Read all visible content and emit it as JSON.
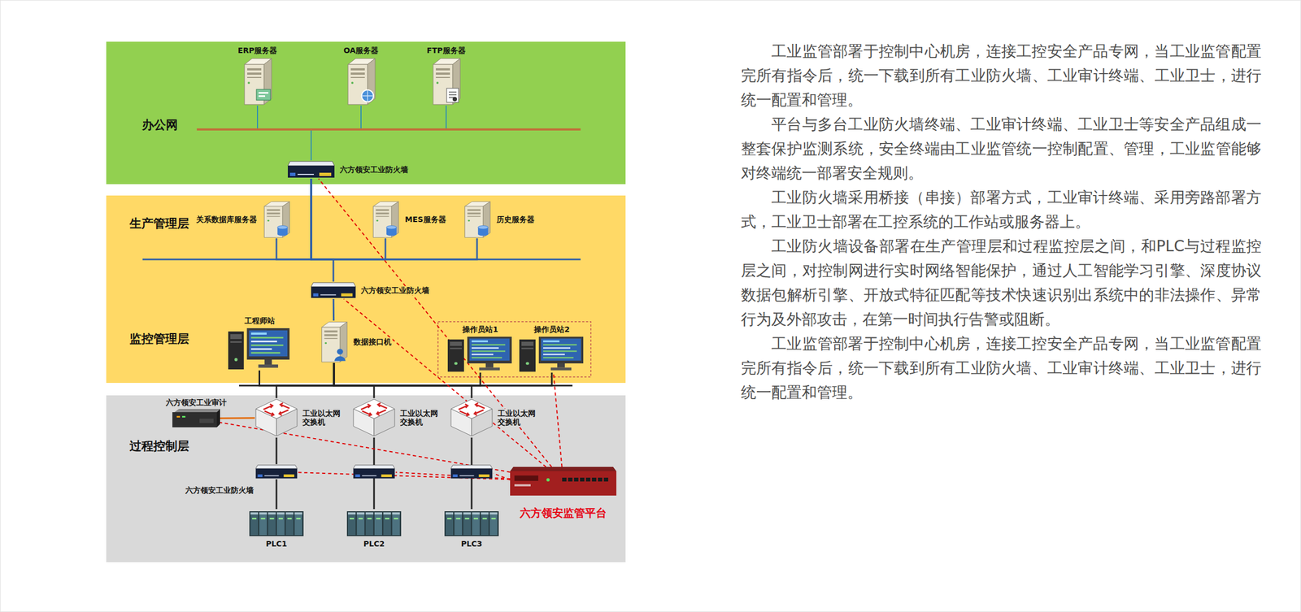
{
  "diagram": {
    "nodes": [
      {
        "text": [
          "办公网"
        ]
      },
      {
        "text": [
          "ERP服务器"
        ],
        "in": 0
      },
      {
        "text": [
          "OA服务器"
        ],
        "in": 0
      },
      {
        "text": [
          "FTP服务器"
        ],
        "in": 0
      },
      {
        "text": [
          "六方领安工业防火墙"
        ],
        "in": 0
      },
      {
        "text": [
          "生产管理层",
          "监控管理层"
        ]
      },
      {
        "text": [
          "关系数据库服务器"
        ],
        "in": 5
      },
      {
        "text": [
          "MES服务器"
        ],
        "in": 5
      },
      {
        "text": [
          "历史服务器"
        ],
        "in": 5
      },
      {
        "text": [
          "六方领安工业防火墙"
        ],
        "in": 5
      },
      {
        "text": [
          "工程师站"
        ],
        "in": 5
      },
      {
        "text": [
          "数据接口机"
        ],
        "in": 5
      },
      {
        "text": [
          "操作员站1"
        ],
        "in": 5
      },
      {
        "text": [
          "操作员站2"
        ],
        "in": 5
      },
      {
        "text": [
          "过程控制层"
        ]
      },
      {
        "text": [
          "六方领安工业审计"
        ],
        "in": 14
      },
      {
        "text": [
          "工业以太网交换机"
        ],
        "in": 14
      },
      {
        "text": [
          "工业以太网交换机"
        ],
        "in": 14
      },
      {
        "text": [
          "工业以太网交换机"
        ],
        "in": 14
      },
      {
        "text": [
          "六方领安工业防火墙"
        ],
        "in": 14
      },
      {
        "text": [
          "PLC1"
        ],
        "in": 14
      },
      {
        "text": [
          "PLC2"
        ],
        "in": 14
      },
      {
        "text": [
          "PLC3"
        ],
        "in": 14
      },
      {
        "text": [
          "六方领安监管平台"
        ],
        "in": 14
      }
    ],
    "edges": [
      {
        "from": 1,
        "to": 4,
        "arrow": "none"
      },
      {
        "from": 2,
        "to": 4,
        "arrow": "none"
      },
      {
        "from": 3,
        "to": 4,
        "arrow": "none"
      },
      {
        "from": 4,
        "to": 6,
        "arrow": "none"
      },
      {
        "from": 4,
        "to": 7,
        "arrow": "none"
      },
      {
        "from": 4,
        "to": 8,
        "arrow": "none"
      },
      {
        "from": 4,
        "to": 9,
        "arrow": "none"
      },
      {
        "from": 9,
        "to": 11,
        "arrow": "none"
      },
      {
        "from": 11,
        "to": 10,
        "arrow": "none"
      },
      {
        "from": 11,
        "to": 12,
        "arrow": "none"
      },
      {
        "from": 11,
        "to": 13,
        "arrow": "none"
      },
      {
        "from": 11,
        "to": 16,
        "arrow": "none"
      },
      {
        "from": 11,
        "to": 17,
        "arrow": "none"
      },
      {
        "from": 11,
        "to": 18,
        "arrow": "none"
      },
      {
        "from": 16,
        "to": 19,
        "arrow": "none"
      },
      {
        "from": 19,
        "to": 20,
        "arrow": "none"
      },
      {
        "from": 17,
        "to": 21,
        "arrow": "none"
      },
      {
        "from": 18,
        "to": 22,
        "arrow": "none"
      },
      {
        "from": 15,
        "to": 16,
        "arrow": "none"
      },
      {
        "from": 23,
        "to": 4,
        "arrow": "none"
      },
      {
        "from": 23,
        "to": 9,
        "arrow": "none"
      },
      {
        "from": 23,
        "to": 13,
        "arrow": "none"
      },
      {
        "from": 23,
        "to": 15,
        "arrow": "none"
      },
      {
        "from": 23,
        "to": 19,
        "arrow": "none"
      }
    ],
    "labels": [
      "工业监管部署于控制中心机房，连接工控安全产品专网，当工业监管配置完所有指令后，统一下载到所有工业防火墙、工业审计终端、工业卫士，进行统一配置和管理。",
      "平台与多台工业防火墙终端、工业审计终端、工业卫士等安全产品组成一整套保护监测系统，安全终端由工业监管统一控制配置、管理，工业监管能够对终端统一部署安全规则。",
      "工业防火墙采用桥接（串接）部署方式，工业审计终端、采用旁路部署方式，工业卫士部署在工控系统的工作站或服务器上。",
      "工业防火墙设备部署在生产管理层和过程监控层之间，和PLC与过程监控层之间，对控制网进行实时网络智能保护，通过人工智能学习引擎、深度协议数据包解析引擎、开放式特征匹配等技术快速识别出系统中的非法操作、异常行为及外部攻击，在第一时间执行告警或阻断。",
      "工业监管部署于控制中心机房，连接工控安全产品专网，当工业监管配置完所有指令后，统一下载到所有工业防火墙、工业审计终端、工业卫士，进行统一配置和管理。"
    ]
  }
}
